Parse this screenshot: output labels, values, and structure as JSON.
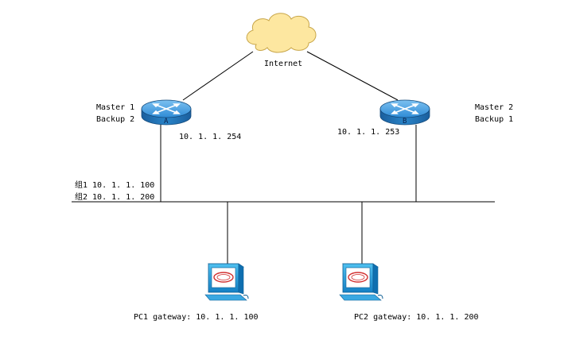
{
  "diagram": {
    "internet": {
      "label": "Internet",
      "icon": "cloud-icon",
      "color": "#fde7a0"
    },
    "router_a": {
      "name": "A",
      "ip": "10. 1. 1. 254",
      "role_line1": "Master 1",
      "role_line2": "Backup 2",
      "icon": "router-icon",
      "color": "#2e8bd6"
    },
    "router_b": {
      "name": "B",
      "ip": "10. 1. 1. 253",
      "role_line1": "Master 2",
      "role_line2": "Backup 1",
      "icon": "router-icon",
      "color": "#2e8bd6"
    },
    "groups": {
      "group1": "组1 10. 1. 1. 100",
      "group2": "组2 10. 1. 1. 200"
    },
    "pc1": {
      "label": "PC1 gateway: 10. 1. 1. 100",
      "icon": "pc-icon",
      "color": "#1a9ad6"
    },
    "pc2": {
      "label": "PC2 gateway: 10. 1. 1. 200",
      "icon": "pc-icon",
      "color": "#1a9ad6"
    }
  }
}
